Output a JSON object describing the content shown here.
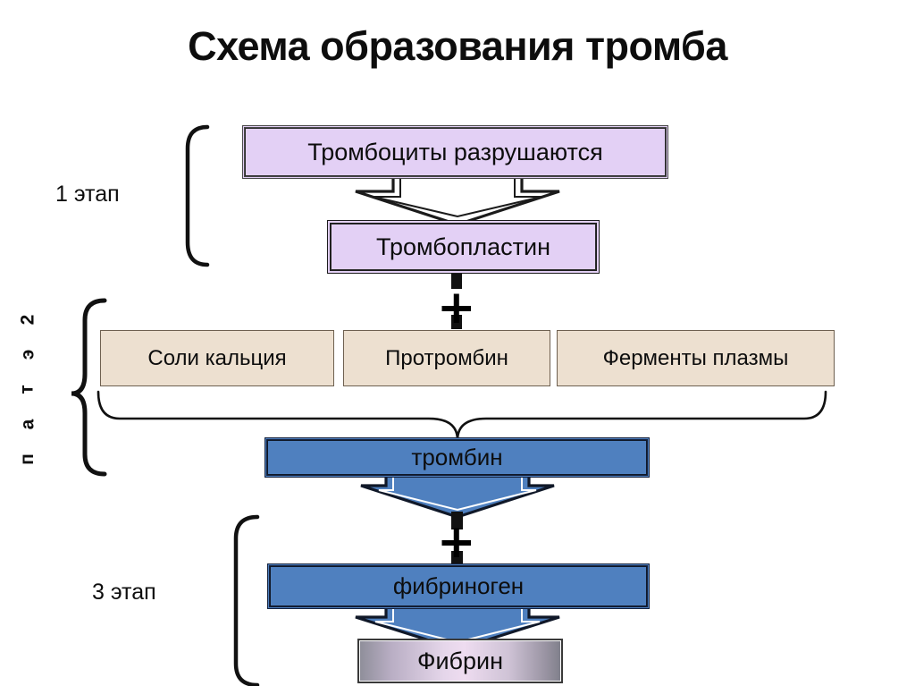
{
  "title": "Схема образования тромба",
  "stages": [
    {
      "id": "stage-1",
      "label": "1 этап",
      "orientation": "horizontal"
    },
    {
      "id": "stage-2",
      "label": "2 этап",
      "orientation": "vertical",
      "letters": [
        "2",
        "э",
        "т",
        "а",
        "п"
      ]
    },
    {
      "id": "stage-3",
      "label": "3 этап",
      "orientation": "horizontal"
    }
  ],
  "boxes": {
    "platelets": "Тромбоциты разрушаются",
    "thromboplastin": "Тромбопластин",
    "calcium_salts": "Соли кальция",
    "prothrombin": "Протромбин",
    "plasma_enzymes": "Ферменты плазмы",
    "thrombin": "тромбин",
    "fibrinogen": "фибриноген",
    "fibrin": "Фибрин"
  },
  "operators": {
    "plus_stage2": "+",
    "plus_stage3": "+"
  },
  "colors": {
    "lavender_fill": "#E3D0F5",
    "tan_fill": "#EDE0D0",
    "blue_fill": "#4F80BF",
    "outline_dark": "#14213D",
    "background": "#FFFFFF",
    "text": "#0D0D0D"
  }
}
